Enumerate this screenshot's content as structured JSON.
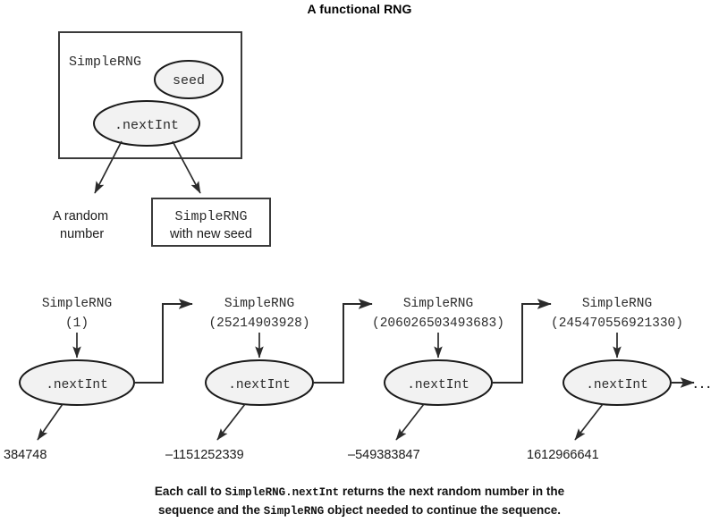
{
  "figure": {
    "title": "A functional RNG",
    "caption": {
      "line1_pre": "Each call to ",
      "line1_code": "SimpleRNG.nextInt",
      "line1_post": " returns the next random number in the",
      "line2_pre": "sequence and the ",
      "line2_code": "SimpleRNG",
      "line2_post": " object needed to continue the sequence."
    }
  },
  "top_panel": {
    "class_box_label": "SimpleRNG",
    "seed_node_label": "seed",
    "method_node_label": ".nextInt",
    "output_left_line1": "A random",
    "output_left_line2": "number",
    "output_right_line1": "SimpleRNG",
    "output_right_line2": "with new seed"
  },
  "sequence": {
    "ellipsis": "...",
    "steps": [
      {
        "class_label": "SimpleRNG",
        "seed_label": "(1)",
        "method_label": ".nextInt",
        "result": "384748"
      },
      {
        "class_label": "SimpleRNG",
        "seed_label": "(25214903928)",
        "method_label": ".nextInt",
        "result": "–1151252339"
      },
      {
        "class_label": "SimpleRNG",
        "seed_label": "(206026503493683)",
        "method_label": ".nextInt",
        "result": "–549383847"
      },
      {
        "class_label": "SimpleRNG",
        "seed_label": "(245470556921330)",
        "method_label": ".nextInt",
        "result": "1612966641"
      }
    ]
  },
  "colors": {
    "background": "#ffffff",
    "node_fill": "#f2f2f2",
    "node_stroke": "#1a1a1a",
    "box_stroke": "#3a3a3a",
    "text": "#1a1a1a",
    "code_text": "#2b2b2b"
  }
}
